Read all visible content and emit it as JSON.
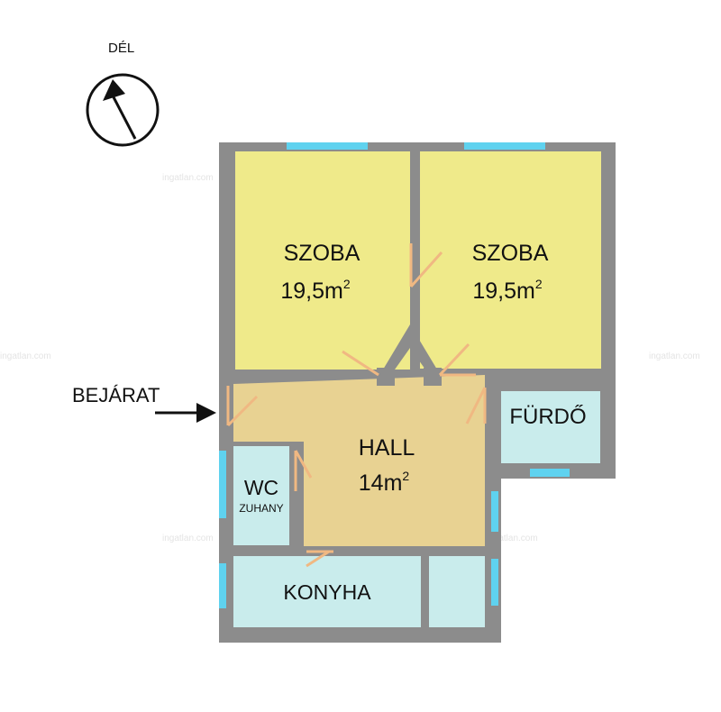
{
  "compass": {
    "label": "DÉL",
    "icon": "compass-arrow-icon"
  },
  "entrance": {
    "label": "BEJÁRAT",
    "icon": "entrance-arrow-icon"
  },
  "rooms": [
    {
      "id": "szoba-left",
      "name": "SZOBA",
      "area": "19,5m",
      "sup": "2"
    },
    {
      "id": "szoba-right",
      "name": "SZOBA",
      "area": "19,5m",
      "sup": "2"
    },
    {
      "id": "hall",
      "name": "HALL",
      "area": "14m",
      "sup": "2"
    },
    {
      "id": "furdo",
      "name": "FÜRDŐ"
    },
    {
      "id": "wc",
      "name": "WC",
      "sub": "ZUHANY"
    },
    {
      "id": "konyha",
      "name": "KONYHA"
    }
  ],
  "watermark": "ingatlan.com",
  "colors": {
    "wall": "#8c8c8c",
    "room_yellow": "#efea8a",
    "hall": "#e8d292",
    "wet_room": "#c9ecec",
    "window": "#5fd2ef",
    "door": "#f0b882"
  }
}
